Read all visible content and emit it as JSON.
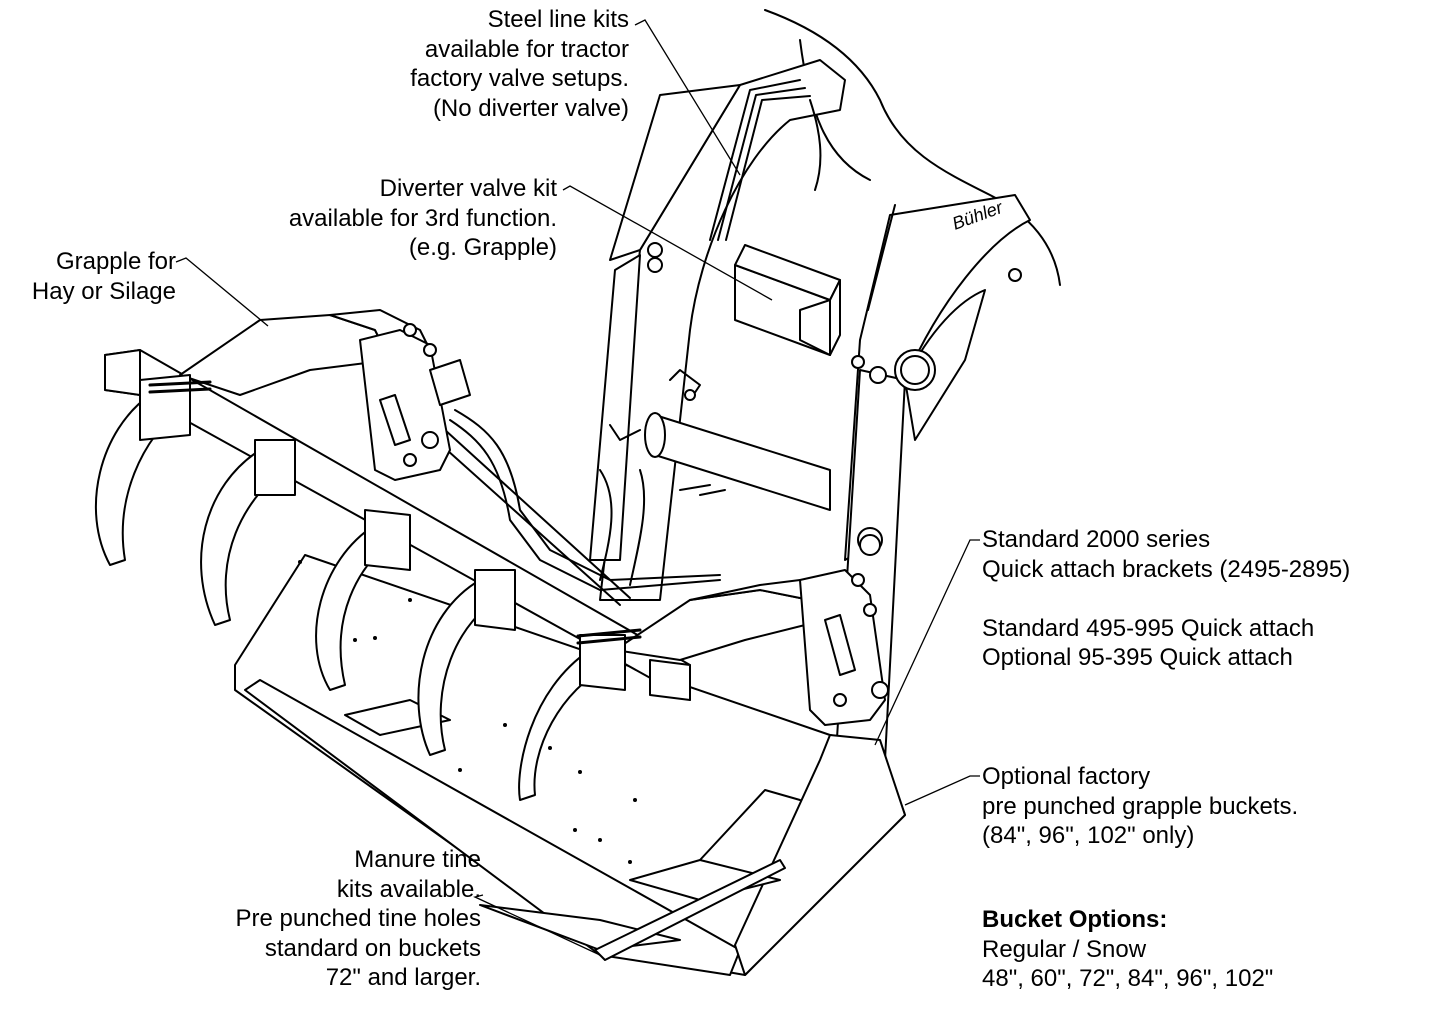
{
  "callouts": {
    "steel_line_kits": [
      "Steel line kits",
      "available for tractor",
      "factory valve setups.",
      "(No diverter valve)"
    ],
    "diverter_valve_kit": [
      "Diverter valve kit",
      "available for 3rd function.",
      "(e.g. Grapple)"
    ],
    "grapple": [
      "Grapple for",
      "Hay or Silage"
    ],
    "quick_attach": [
      "Standard 2000 series",
      "Quick attach brackets (2495-2895)",
      "",
      "Standard 495-995 Quick attach",
      "Optional 95-395 Quick attach"
    ],
    "grapple_buckets": [
      "Optional factory",
      "pre punched grapple buckets.",
      "(84\", 96\", 102\" only)"
    ],
    "manure_tine": [
      "Manure tine",
      "kits available.",
      "Pre punched tine holes",
      "standard on buckets",
      "72\" and larger."
    ],
    "bucket_options": {
      "heading": "Bucket Options:",
      "lines": [
        "Regular / Snow",
        "48\", 60\", 72\", 84\", 96\", 102\""
      ]
    }
  },
  "decal_text": "Bühler",
  "colors": {
    "line": "#000000",
    "fill": "#ffffff",
    "background": "#ffffff"
  }
}
